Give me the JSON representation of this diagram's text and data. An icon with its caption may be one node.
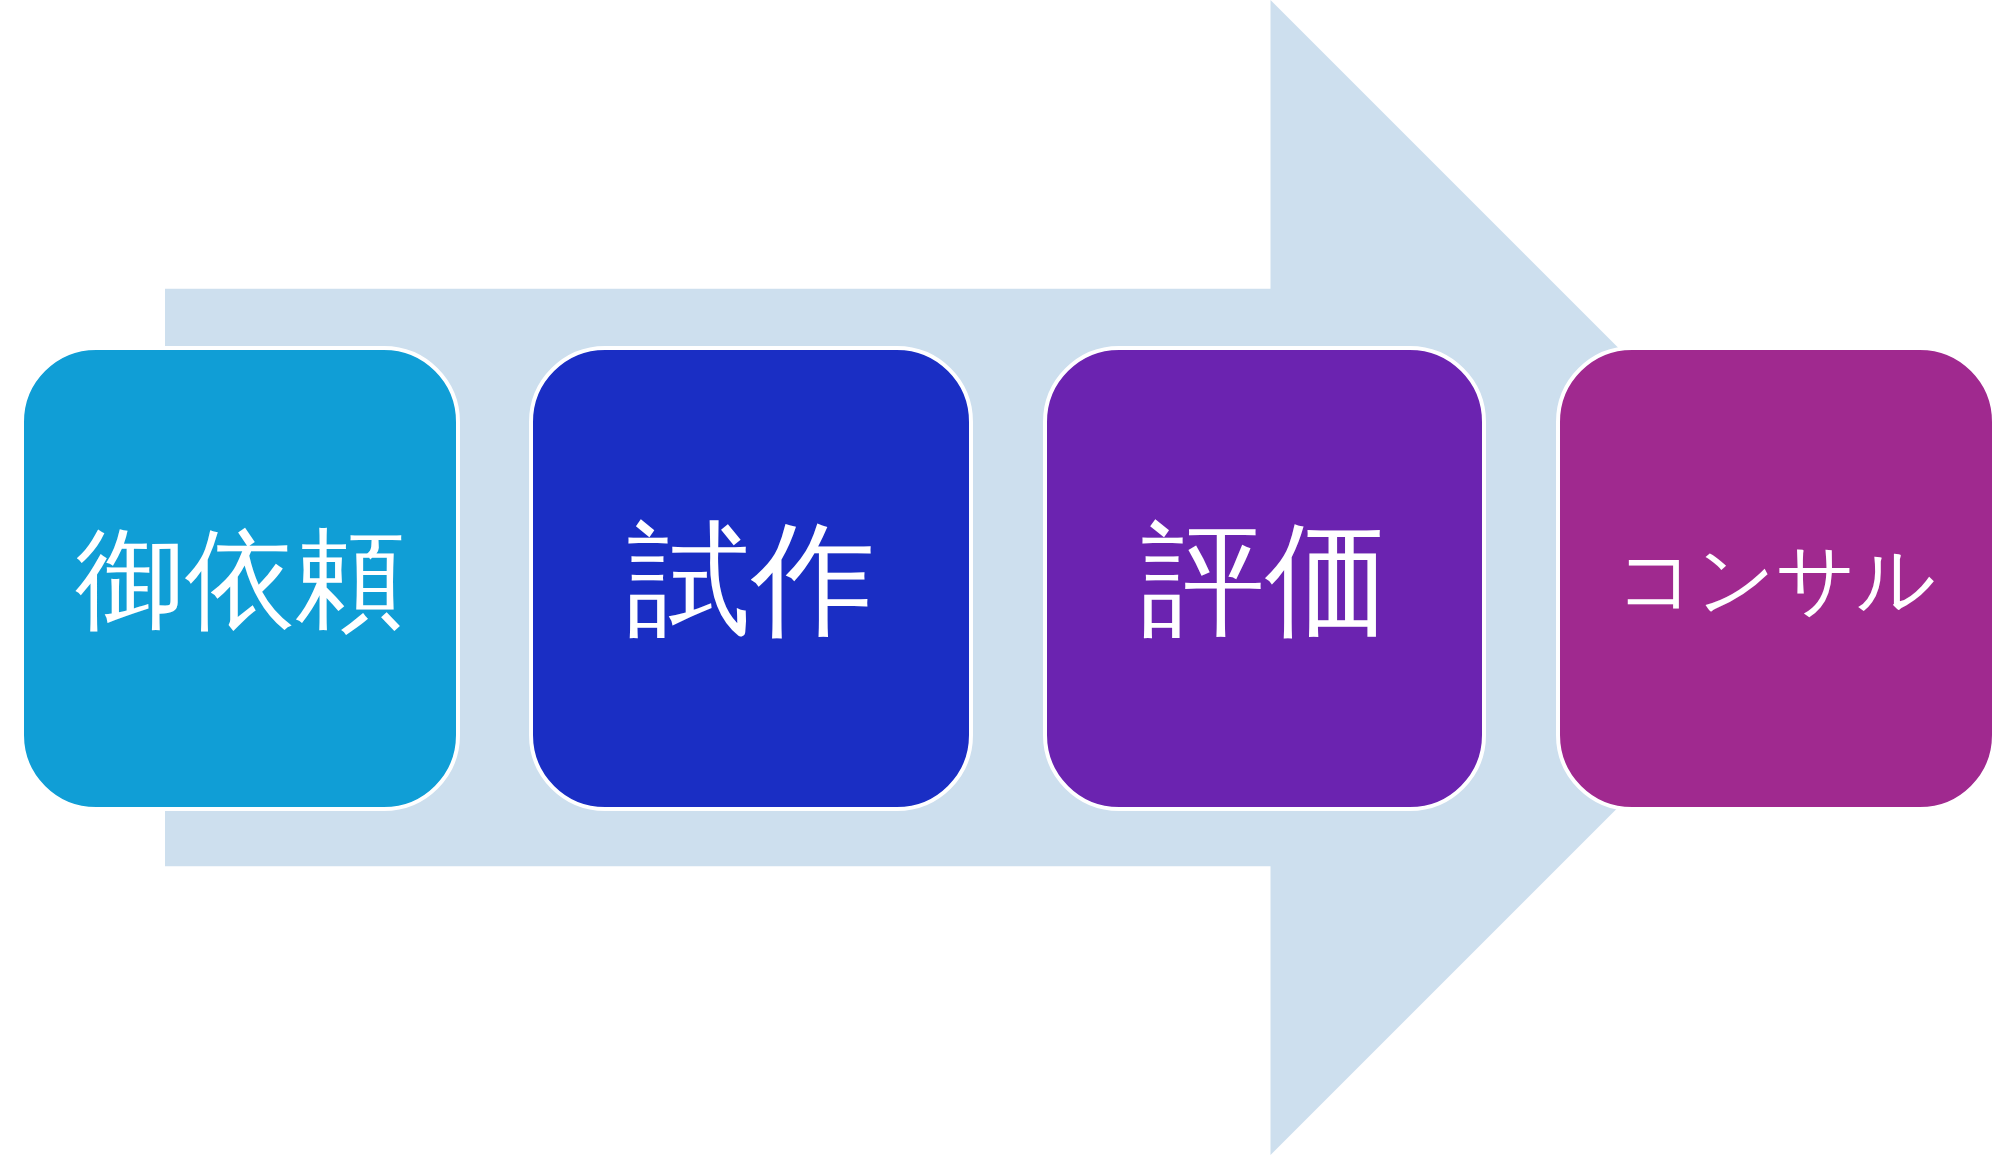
{
  "diagram": {
    "nodes": [
      {
        "text": [],
        "shape": "arrow"
      },
      {
        "text": [
          "御依頼"
        ]
      },
      {
        "text": [
          "試作"
        ],
        "in": 0
      },
      {
        "text": [
          "評価"
        ],
        "in": 0
      },
      {
        "text": [
          "コンサル"
        ]
      }
    ]
  }
}
